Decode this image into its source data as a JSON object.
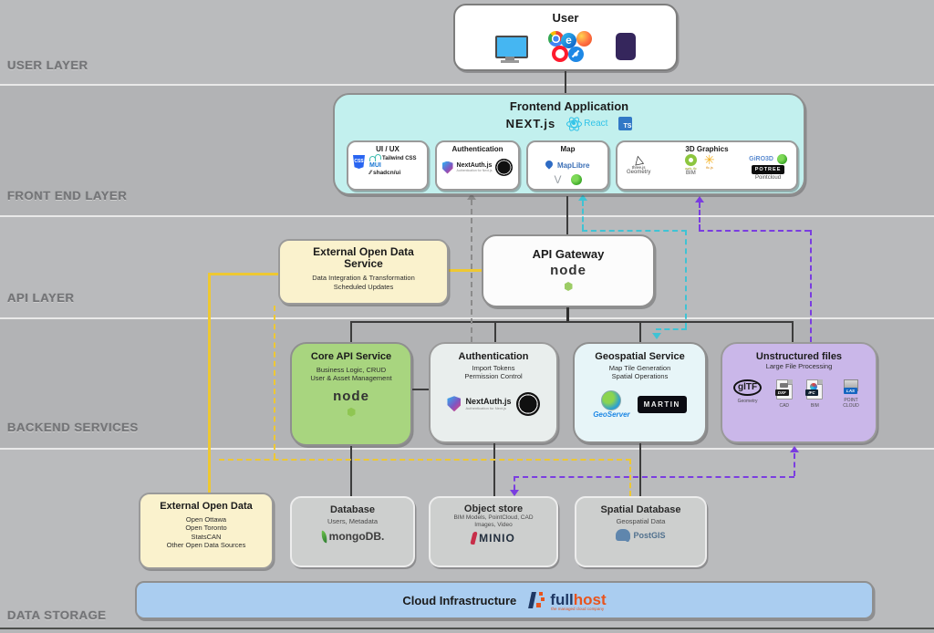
{
  "layer_labels": {
    "user": "USER LAYER",
    "frontend": "FRONT END LAYER",
    "api": "API LAYER",
    "backend": "BACKEND SERVICES",
    "storage": "DATA STORAGE"
  },
  "user_box": {
    "title": "User"
  },
  "frontend": {
    "title": "Frontend Application",
    "nextjs": "NEXT.js",
    "react": "React",
    "ts": "TS",
    "uiux": {
      "title": "UI / UX",
      "css": "CSS",
      "tailwind": "Tailwind CSS",
      "mui": "MUI",
      "shadcn": "shadcn/ui"
    },
    "auth": {
      "title": "Authentication",
      "nextauth": "NextAuth.js",
      "tagline": "Authentication for Next.js"
    },
    "map": {
      "title": "Map",
      "maplibre": "MapLibre"
    },
    "graphics": {
      "title": "3D Graphics",
      "threejs": "three.js",
      "geometry_label": "Geometry",
      "webifc": "web-ifc",
      "ifcjs": "ifc.js",
      "bim_label": "BIM",
      "giro3d": "GiRO3D",
      "potree": "POTREE",
      "pointcloud_label": "Pointcloud"
    }
  },
  "ext_ods": {
    "title": "External Open Data Service",
    "line1": "Data Integration & Transformation",
    "line2": "Scheduled Updates"
  },
  "api_gateway": {
    "title": "API Gateway",
    "node": "node"
  },
  "backend": {
    "core": {
      "title": "Core API Service",
      "line1": "Business Logic, CRUD",
      "line2": "User & Asset Management",
      "node": "node"
    },
    "auth": {
      "title": "Authentication",
      "line1": "Import Tokens",
      "line2": "Permission Control",
      "nextauth": "NextAuth.js",
      "tagline": "Authentication for Next.js"
    },
    "geo": {
      "title": "Geospatial Service",
      "line1": "Map Tile Generation",
      "line2": "Spatial Operations",
      "geoserver": "GeoServer",
      "martin": "MARTIN"
    },
    "files": {
      "title": "Unstructured files",
      "line1": "Large File Processing",
      "icons": [
        {
          "badge": "glTF",
          "label": "Geometry"
        },
        {
          "badge": "DXF",
          "label": "CAD"
        },
        {
          "badge": "IFC",
          "label": "BIM"
        },
        {
          "badge": "LAS",
          "label": "POINT CLOUD"
        }
      ]
    }
  },
  "storage": {
    "ext_od": {
      "title": "External Open Data",
      "lines": [
        "Open Ottawa",
        "Open Toronto",
        "StatsCAN",
        "Other Open Data Sources"
      ]
    },
    "database": {
      "title": "Database",
      "subtitle": "Users, Metadata",
      "mongo": "mongoDB."
    },
    "object": {
      "title": "Object store",
      "line1": "BIM Models, PointCloud, CAD",
      "line2": "Images, Video",
      "minio": "MINIO"
    },
    "spatial": {
      "title": "Spatial Database",
      "subtitle": "Geospatial Data",
      "postgis": "PostGIS"
    }
  },
  "cloud": {
    "title": "Cloud Infrastructure",
    "brand_full": "full",
    "brand_host": "host",
    "tagline": "the managed cloud company"
  }
}
